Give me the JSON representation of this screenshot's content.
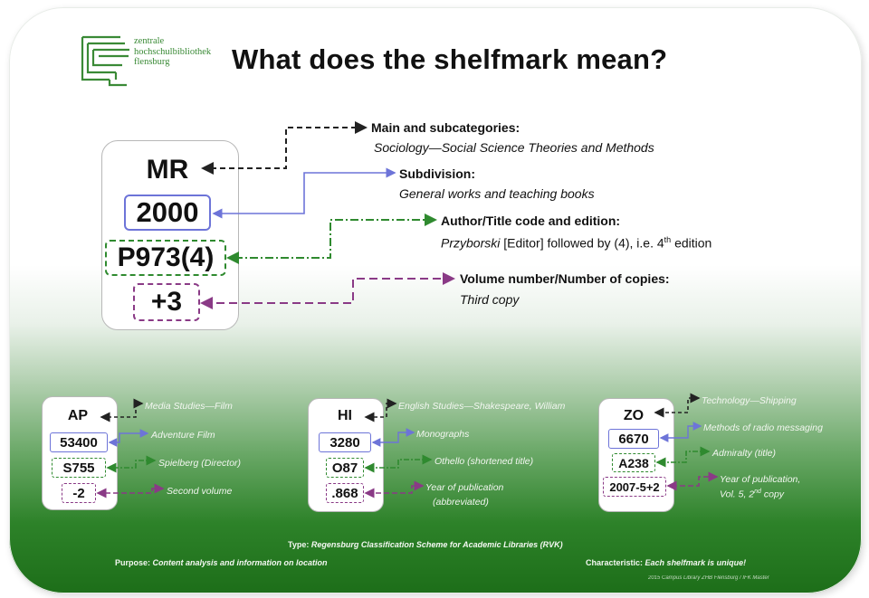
{
  "header": {
    "logo": {
      "line1": "zentrale",
      "line2": "hochschulbibliothek",
      "line3": "flensburg"
    },
    "title": "What does the shelfmark mean?"
  },
  "main": {
    "codes": [
      "MR",
      "2000",
      "P973(4)",
      "+3"
    ],
    "labels": [
      {
        "heading": "Main and subcategories:",
        "detail": "Sociology—Social Science Theories and Methods"
      },
      {
        "heading": "Subdivision:",
        "detail": "General works and teaching books"
      },
      {
        "heading": "Author/Title code and edition:",
        "detail_name": "Przyborski",
        "detail_pre": "[Editor] followed by (4), i.e. 4",
        "detail_sup": "th",
        "detail_post": " edition"
      },
      {
        "heading": "Volume number/Number of copies:",
        "detail": "Third copy"
      }
    ]
  },
  "examples": [
    {
      "codes": [
        "AP",
        "53400",
        "S755",
        "-2"
      ],
      "labels": [
        "Media Studies—Film",
        "Adventure Film",
        "Spielberg (Director)",
        "Second volume"
      ]
    },
    {
      "codes": [
        "HI",
        "3280",
        "O87",
        ".868"
      ],
      "labels": [
        "English Studies—Shakespeare, William",
        "Monographs",
        "Othello (shortened title)",
        "Year of publication",
        "(abbreviated)"
      ]
    },
    {
      "codes": [
        "ZO",
        "6670",
        "A238",
        "2007-5+2"
      ],
      "labels": [
        "Technology—Shipping",
        "Methods of radio messaging",
        "Admiralty (title)",
        "Year of publication,",
        "Vol. 5, 2",
        "nd",
        " copy"
      ]
    }
  ],
  "footer": {
    "type_label": "Type:",
    "type_value": "Regensburg Classification Scheme for Academic Libraries (RVK)",
    "purpose_label": "Purpose:",
    "purpose_value": "Content analysis and information on location",
    "char_label": "Characteristic:",
    "char_value": "Each shelfmark is unique!",
    "credit": "2015 Campus Library ZHB Flensburg / IFK Master"
  },
  "colors": {
    "black_line": "#222222",
    "blue_line": "#6d74d8",
    "green_line": "#2f8a2f",
    "purple_line": "#8a3a86",
    "text_on_green": "#f2f6f0",
    "logo_green": "#3a8a36"
  },
  "icons": [
    "library-logo-icon"
  ]
}
